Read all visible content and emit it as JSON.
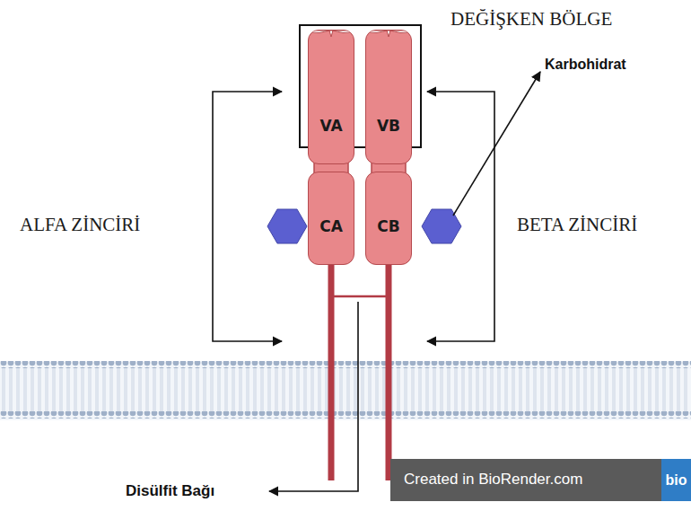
{
  "diagram": {
    "nodes": [
      {
        "text": [
          "DEĞİŞKEN BÖLGE"
        ]
      },
      {
        "text": [
          "VA"
        ],
        "in": 0
      },
      {
        "text": [
          "VB"
        ],
        "in": 0
      },
      {
        "text": [
          "CA"
        ]
      },
      {
        "text": [
          "CB"
        ]
      }
    ],
    "labels": [
      "ALFA ZİNCİRİ",
      "BETA ZİNCİRİ",
      "Karbohidrat",
      "Disülfit Bağı",
      "Created in BioRender.com",
      "bio"
    ]
  }
}
